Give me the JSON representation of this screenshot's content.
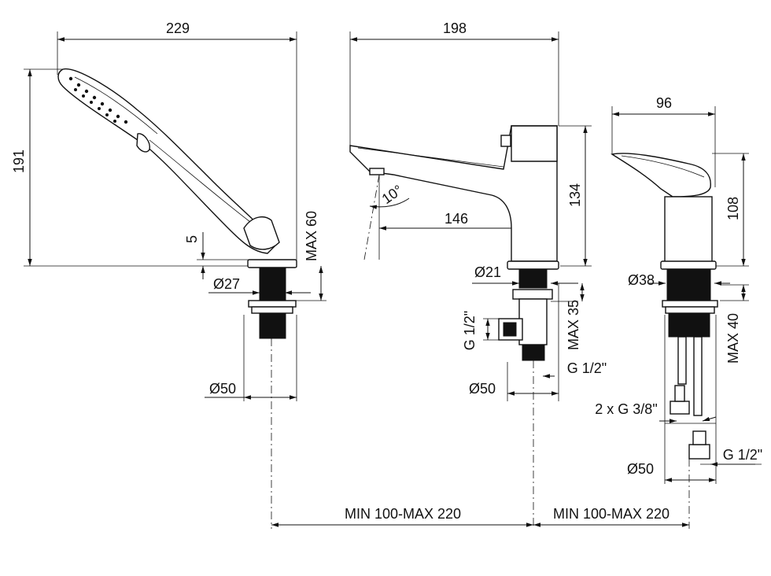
{
  "views": {
    "hand_shower": {
      "dim_width": "229",
      "dim_height": "191",
      "dim_offset": "5",
      "dim_max_height": "MAX 60",
      "dim_diameter_top": "Ø27",
      "dim_diameter_base": "Ø50"
    },
    "spout": {
      "dim_width": "198",
      "dim_height": "134",
      "dim_reach": "146",
      "dim_angle": "10°",
      "dim_diameter_top": "Ø21",
      "dim_thread_side": "G 1/2\"",
      "dim_max_height": "MAX 35",
      "dim_thread_bottom": "G 1/2\"",
      "dim_diameter_base": "Ø50"
    },
    "mixer": {
      "dim_width": "96",
      "dim_height": "108",
      "dim_diameter_top": "Ø38",
      "dim_max_height": "MAX 40",
      "dim_hose_thread": "2 x G 3/8\"",
      "dim_thread_bottom": "G 1/2\"",
      "dim_diameter_base": "Ø50"
    }
  },
  "spacing": {
    "left": "MIN 100-MAX 220",
    "right": "MIN 100-MAX 220"
  }
}
